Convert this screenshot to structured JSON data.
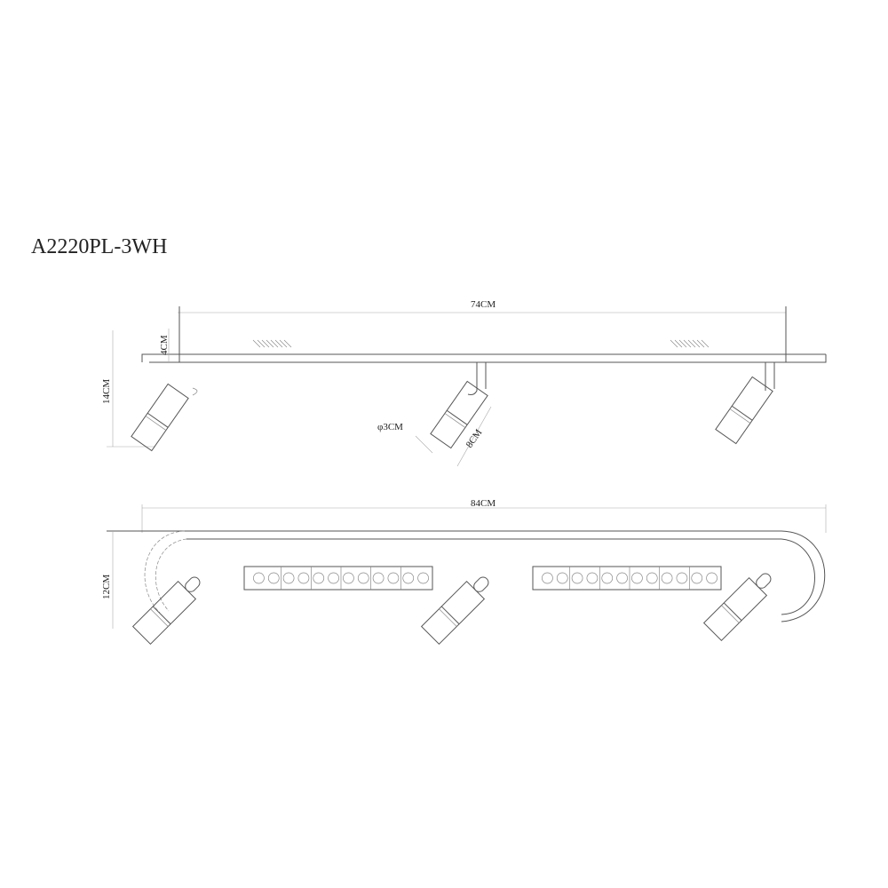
{
  "title": "A2220PL-3WH",
  "dimensions": {
    "top_width": "74CM",
    "base_height": "4CM",
    "total_height": "14CM",
    "diameter": "φ3CM",
    "spot_length": "8CM",
    "bottom_width": "84CM",
    "bottom_depth": "12CM"
  },
  "colors": {
    "line": "#555555",
    "text": "#222222"
  },
  "led_count_per_strip": 12
}
